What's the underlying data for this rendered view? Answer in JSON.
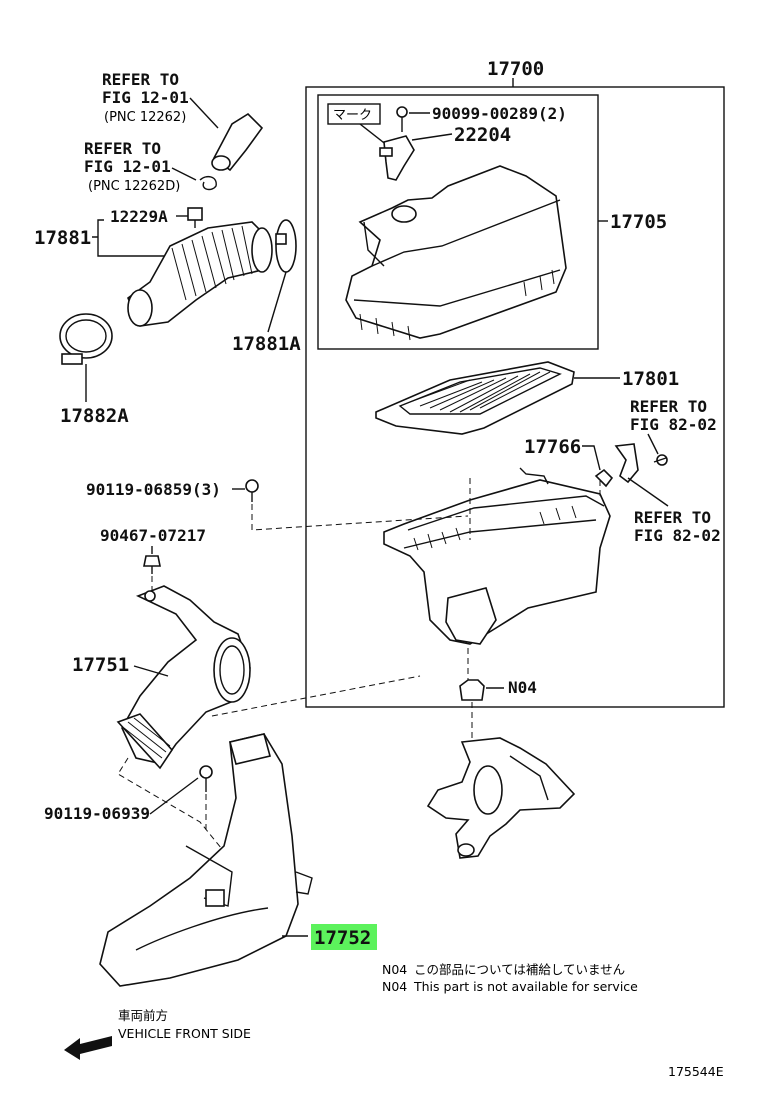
{
  "labels": {
    "refer1_line1": "REFER TO",
    "refer1_line2": "FIG 12-01",
    "refer1_pnc": "(PNC 12262)",
    "refer2_line1": "REFER TO",
    "refer2_line2": "FIG 12-01",
    "refer2_pnc": "(PNC 12262D)",
    "p17881": "17881",
    "p12229A": "12229A",
    "p17881A": "17881A",
    "p17882A": "17882A",
    "p17700": "17700",
    "mark": "マーク",
    "p90099": "90099-00289(2)",
    "p22204": "22204",
    "p17705": "17705",
    "p17801": "17801",
    "p17766": "17766",
    "refer3_line1": "REFER TO",
    "refer3_line2": "FIG 82-02",
    "refer4_line1": "REFER TO",
    "refer4_line2": "FIG 82-02",
    "p90119_06859": "90119-06859(3)",
    "p90467": "90467-07217",
    "p17751": "17751",
    "pN04": "N04",
    "p90119_06939": "90119-06939",
    "p17752": "17752",
    "note1_code": "N04",
    "note1_text": "この部品については補給していません",
    "note2_code": "N04",
    "note2_text": "This part is not available for service",
    "front_jp": "車両前方",
    "front_en": "VEHICLE FRONT SIDE",
    "diagram_id": "175544E"
  },
  "colors": {
    "highlight": "#5cf25c",
    "ink": "#111111"
  }
}
